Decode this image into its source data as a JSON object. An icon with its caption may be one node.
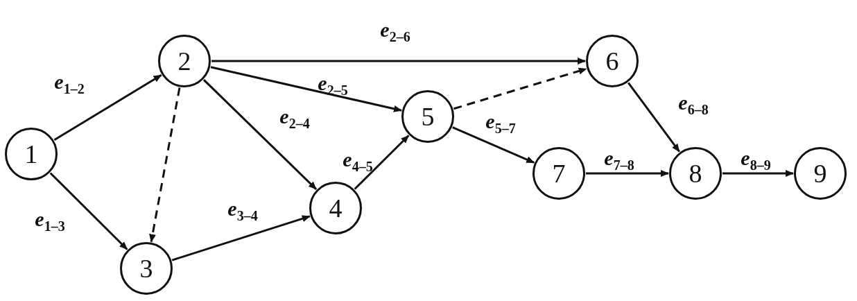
{
  "diagram": {
    "nodes": [
      {
        "text": [
          "1"
        ]
      },
      {
        "text": [
          "2"
        ]
      },
      {
        "text": [
          "3"
        ]
      },
      {
        "text": [
          "4"
        ]
      },
      {
        "text": [
          "5"
        ]
      },
      {
        "text": [
          "6"
        ]
      },
      {
        "text": [
          "7"
        ]
      },
      {
        "text": [
          "8"
        ]
      },
      {
        "text": [
          "9"
        ]
      }
    ],
    "edges": [
      {
        "from": 0,
        "to": 1,
        "arrow": "to",
        "label": "*e*$_{1–2}$"
      },
      {
        "from": 0,
        "to": 2,
        "arrow": "to",
        "label": "*e*$_{1–3}$"
      },
      {
        "from": 1,
        "to": 5,
        "arrow": "to",
        "label": "*e*$_{2–6}$"
      },
      {
        "from": 1,
        "to": 4,
        "arrow": "to",
        "label": "*e*$_{2–5}$"
      },
      {
        "from": 1,
        "to": 3,
        "arrow": "to",
        "label": "*e*$_{2–4}$"
      },
      {
        "from": 1,
        "to": 2,
        "arrow": "to",
        "style": "dashed"
      },
      {
        "from": 2,
        "to": 3,
        "arrow": "to",
        "label": "*e*$_{3–4}$"
      },
      {
        "from": 3,
        "to": 4,
        "arrow": "to",
        "label": "*e*$_{4–5}$"
      },
      {
        "from": 4,
        "to": 5,
        "arrow": "to",
        "style": "dashed"
      },
      {
        "from": 4,
        "to": 6,
        "arrow": "to",
        "label": "*e*$_{5–7}$"
      },
      {
        "from": 5,
        "to": 7,
        "arrow": "to",
        "label": "*e*$_{6–8}$"
      },
      {
        "from": 6,
        "to": 7,
        "arrow": "to",
        "label": "*e*$_{7–8}$"
      },
      {
        "from": 7,
        "to": 8,
        "arrow": "to",
        "label": "*e*$_{8–9}$"
      }
    ]
  }
}
